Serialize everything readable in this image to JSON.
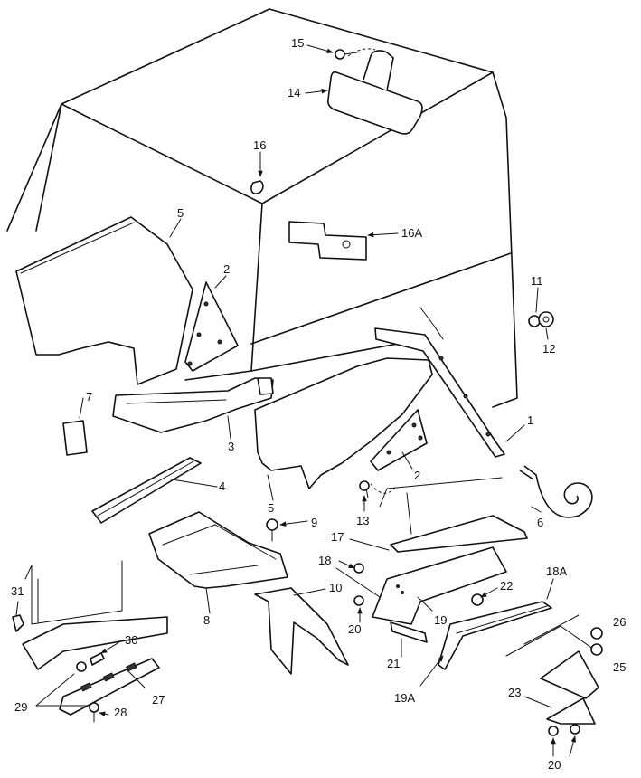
{
  "labels": {
    "l1": "1",
    "l2a": "2",
    "l2b": "2",
    "l3": "3",
    "l4": "4",
    "l5a": "5",
    "l5b": "5",
    "l6": "6",
    "l7": "7",
    "l8": "8",
    "l9": "9",
    "l10": "10",
    "l11": "11",
    "l12": "12",
    "l13": "13",
    "l14": "14",
    "l15": "15",
    "l16": "16",
    "l16a": "16A",
    "l17": "17",
    "l18": "18",
    "l18a": "18A",
    "l19": "19",
    "l19a": "19A",
    "l20a": "20",
    "l20b": "20",
    "l21": "21",
    "l22": "22",
    "l23": "23",
    "l25": "25",
    "l26": "26",
    "l27": "27",
    "l28": "28",
    "l29": "29",
    "l30": "30",
    "l31": "31"
  }
}
